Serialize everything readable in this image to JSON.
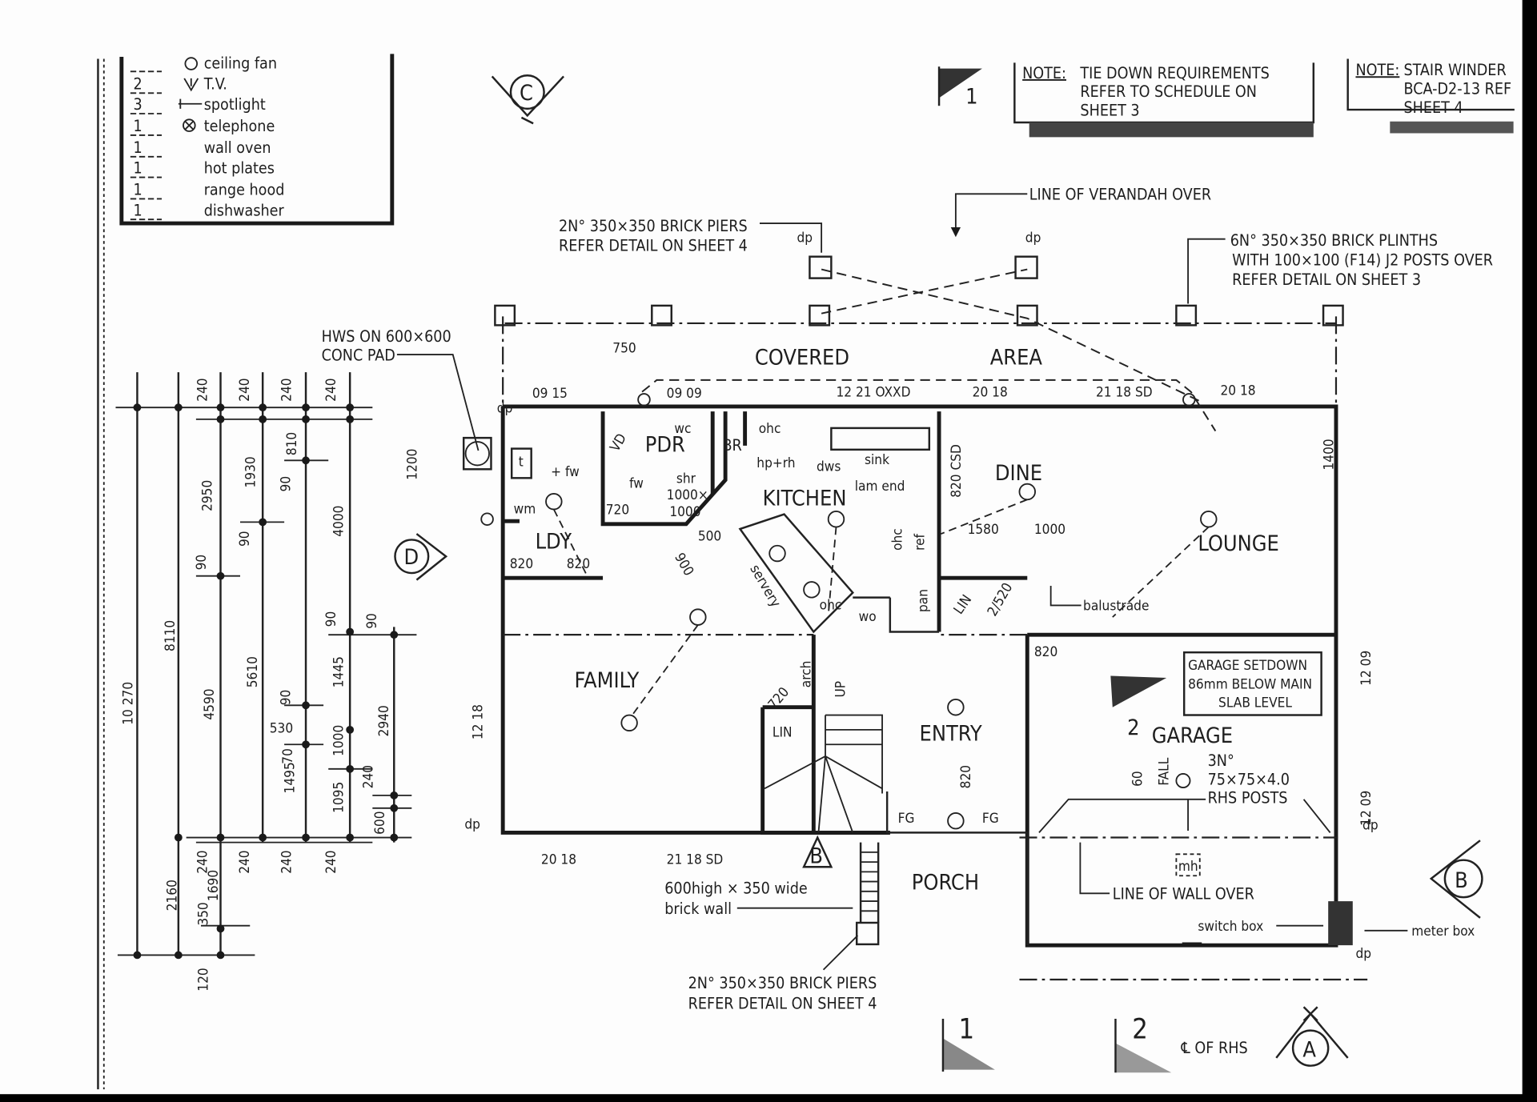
{
  "legend": {
    "items": [
      {
        "count": "",
        "label": "ceiling fan"
      },
      {
        "count": "2",
        "label": "T.V."
      },
      {
        "count": "3",
        "label": "spotlight"
      },
      {
        "count": "1",
        "label": "telephone"
      },
      {
        "count": "1",
        "label": "wall oven"
      },
      {
        "count": "1",
        "label": "hot plates"
      },
      {
        "count": "1",
        "label": "range hood"
      },
      {
        "count": "1",
        "label": "dishwasher"
      }
    ]
  },
  "section_markers": {
    "a": "A",
    "b": "B",
    "c": "C",
    "d": "D",
    "b_stair": "B",
    "plinth1": "1",
    "plinth2": "2",
    "note1": "1",
    "garage2": "2"
  },
  "notes": {
    "tiedown": {
      "prefix": "NOTE:",
      "lines": [
        "TIE  DOWN  REQUIREMENTS",
        "REFER TO SCHEDULE ON",
        "SHEET  3"
      ]
    },
    "stair": {
      "prefix": "NOTE:",
      "lines": [
        "STAIR WINDER",
        "BCA-D2-13 REF",
        "SHEET 4"
      ]
    }
  },
  "callouts": {
    "verandah": "LINE OF VERANDAH OVER",
    "piers_top": [
      "2N° 350×350 BRICK PIERS",
      "REFER DETAIL ON SHEET 4"
    ],
    "plinths": [
      "6N° 350×350  BRICK  PLINTHS",
      "WITH  100×100 (F14) J2 POSTS OVER",
      "REFER DETAIL ON SHEET 3"
    ],
    "hws": [
      "HWS  ON  600×600",
      "CONC PAD"
    ],
    "brick_wall": [
      "600high × 350 wide",
      "brick wall"
    ],
    "piers_bottom": [
      "2N° 350×350 BRICK PIERS",
      "REFER DETAIL ON SHEET 4"
    ],
    "garage_setdown": [
      "GARAGE  SETDOWN",
      "86mm BELOW MAIN",
      "SLAB LEVEL"
    ],
    "rhs_posts": [
      "3N°",
      "75×75×4.0",
      "RHS POSTS"
    ],
    "wall_over": "LINE  OF  WALL  OVER",
    "switch_box": "switch box",
    "meter_box": "meter box",
    "cl_rhs": "℄ OF RHS",
    "balustrade": "balustrade",
    "lam_end": "lam end"
  },
  "rooms": {
    "covered": "COVERED",
    "area": "AREA",
    "pdr": "PDR",
    "br": "BR",
    "kitchen": "KITCHEN",
    "dine": "DINE",
    "lounge": "LOUNGE",
    "ldy": "LDY",
    "family": "FAMILY",
    "entry": "ENTRY",
    "porch": "PORCH",
    "garage": "GARAGE",
    "lin1": "LIN",
    "lin2": "LIN"
  },
  "fixtures": {
    "wc": "wc",
    "ohc1": "ohc",
    "ohc2": "ohc",
    "ohc3": "ohc",
    "hp_rh": "hp+rh",
    "dws": "dws",
    "sink": "sink",
    "fw1": "+ fw",
    "fw2": "fw",
    "t": "t",
    "wm": "wm",
    "shr": "shr",
    "shr_size1": "1000×",
    "shr_size2": "1000",
    "servery": "servery",
    "wo": "wo",
    "ref": "ref",
    "pan": "pan",
    "fg1": "FG",
    "fg2": "FG",
    "mh": "mh",
    "up": "UP",
    "arch": "arch",
    "fall": "FALL",
    "vd": "VD",
    "dp1": "dp",
    "dp2": "dp",
    "dp3": "dp",
    "dp4": "dp",
    "dp5": "dp",
    "dp6": "dp"
  },
  "windows": [
    "09 15",
    "09 09",
    "12 21 OXXD",
    "20 18",
    "21 18 SD",
    "20 18",
    "20 18",
    "21 18 SD",
    "12 18",
    "12 09",
    "12 09",
    "820 CSD"
  ],
  "dims_plan": {
    "d750": "750",
    "d1200": "1200",
    "d720a": "720",
    "d820a": "820",
    "d820b": "820",
    "d500": "500",
    "d900": "900",
    "d1580": "1580",
    "d1000": "1000",
    "d2520": "2/520",
    "d720b": "720",
    "d820c": "820",
    "d820d": "820",
    "d60": "60",
    "d1400": "1400"
  },
  "dims_left": {
    "top240": [
      "240",
      "240",
      "240",
      "240"
    ],
    "bottom240": [
      "240",
      "240",
      "240",
      "240"
    ],
    "d10270": "10 270",
    "d8110": "8110",
    "d2950": "2950",
    "d4590": "4590",
    "d1930": "1930",
    "d5610": "5610",
    "d810": "810",
    "d4000": "4000",
    "d1445": "1445",
    "d2940": "2940",
    "d1495": "1495",
    "d530": "530",
    "d1000": "1000",
    "d1095": "1095",
    "d70": "70",
    "d240": "240",
    "d600": "600",
    "d2160": "2160",
    "d350": "350",
    "d1690": "1690",
    "d120": "120",
    "d90": [
      "90",
      "90",
      "90",
      "90",
      "90",
      "90"
    ]
  },
  "colors": {
    "ink": "#1a1a1a",
    "paper": "#fdfdfd",
    "scan_border": "#000000"
  }
}
